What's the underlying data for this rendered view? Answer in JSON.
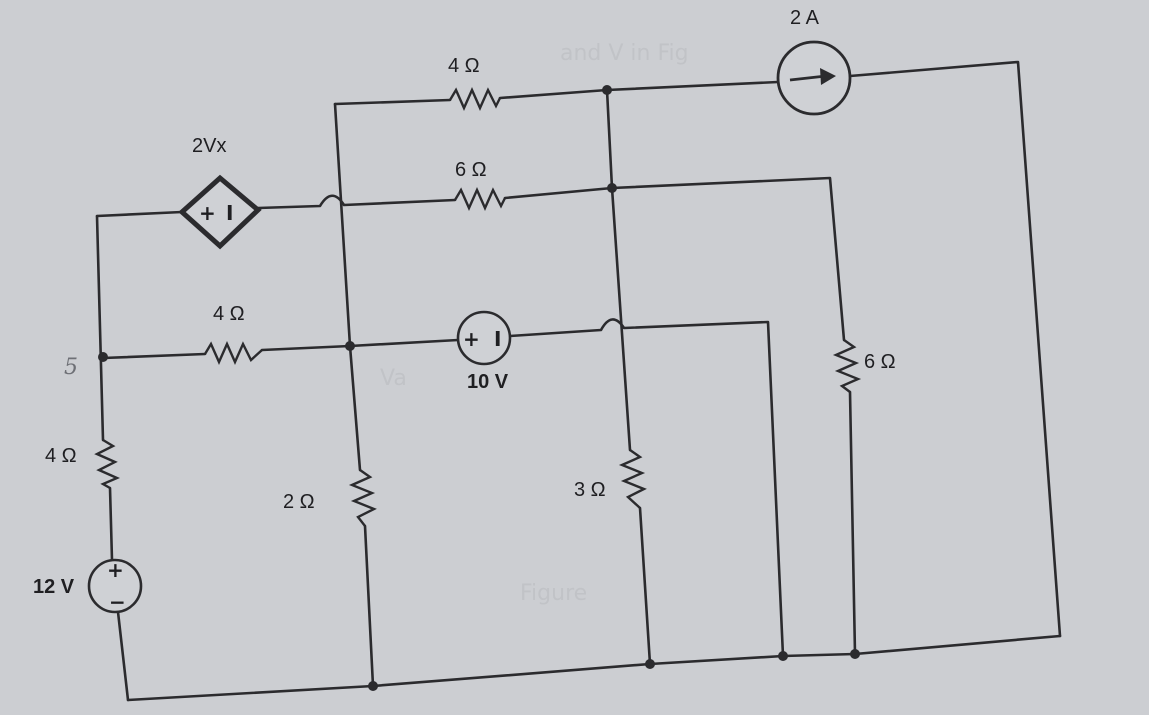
{
  "diagram": {
    "labels": {
      "source_2A": "2 A",
      "r_top_4": "4 Ω",
      "r_top_6": "6 Ω",
      "dep_source": "2Vx",
      "r_mid_4": "4 Ω",
      "r_left_4": "4 Ω",
      "vsrc_12": "12 V",
      "vsrc_10": "10 V",
      "r_2": "2 Ω",
      "r_3": "3 Ω",
      "r_right_6": "6 Ω",
      "note_5": "5"
    },
    "symbols": {
      "plus": "+",
      "minus": "−",
      "bar": "I"
    },
    "colors": {
      "background": "#ccced2",
      "ink": "#2b2b2e"
    }
  }
}
